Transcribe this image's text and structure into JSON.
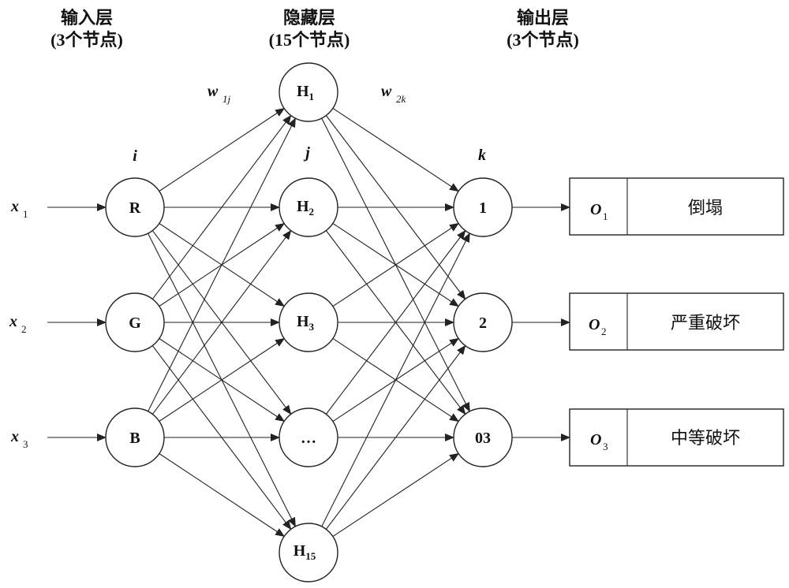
{
  "layers": {
    "input": {
      "title": "输入层",
      "count": "(3个节点)",
      "index": "i"
    },
    "hidden": {
      "title": "隐藏层",
      "count": "(15个节点)",
      "index": "j"
    },
    "output": {
      "title": "输出层",
      "count": "(3个节点)",
      "index": "k"
    }
  },
  "weights": {
    "w1": {
      "symbol": "w",
      "sub": "1j"
    },
    "w2": {
      "symbol": "w",
      "sub": "2k"
    }
  },
  "inputs": [
    {
      "symbol": "x",
      "sub": "1",
      "node": "R"
    },
    {
      "symbol": "x",
      "sub": "2",
      "node": "G"
    },
    {
      "symbol": "x",
      "sub": "3",
      "node": "B"
    }
  ],
  "hidden_nodes": [
    {
      "label": "H",
      "sub": "1"
    },
    {
      "label": "H",
      "sub": "2"
    },
    {
      "label": "H",
      "sub": "3"
    },
    {
      "label": "…",
      "sub": ""
    },
    {
      "label": "H",
      "sub": "15"
    }
  ],
  "output_nodes": [
    {
      "label": "1"
    },
    {
      "label": "2"
    },
    {
      "label": "03"
    }
  ],
  "outputs": [
    {
      "symbol": "O",
      "sub": "1",
      "class_label": "倒塌"
    },
    {
      "symbol": "O",
      "sub": "2",
      "class_label": "严重破坏"
    },
    {
      "symbol": "O",
      "sub": "3",
      "class_label": "中等破坏"
    }
  ]
}
